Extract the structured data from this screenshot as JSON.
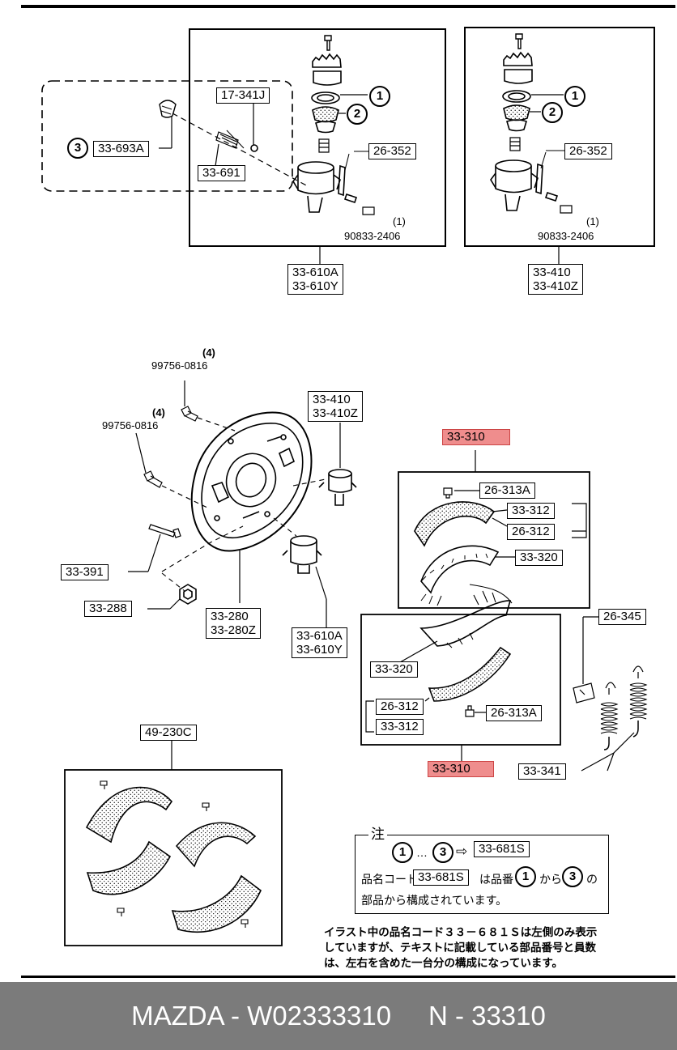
{
  "top_left_group": {
    "tag_17_341j": "17-341J",
    "tag_33_693a": "33-693A",
    "tag_33_691": "33-691",
    "tag_26_352": "26-352",
    "bolt_qty": "(1)",
    "bolt_code": "90833-2406",
    "assy_tag_line1": "33-610A",
    "assy_tag_line2": "33-610Y",
    "callout_1": "1",
    "callout_2": "2",
    "callout_3": "3"
  },
  "top_right_group": {
    "tag_26_352": "26-352",
    "bolt_qty": "(1)",
    "bolt_code": "90833-2406",
    "assy_tag_line1": "33-410",
    "assy_tag_line2": "33-410Z",
    "callout_1": "1",
    "callout_2": "2"
  },
  "backing_plate": {
    "bolt_upper_qty": "(4)",
    "bolt_upper_code": "99756-0816",
    "bolt_lower_qty": "(4)",
    "bolt_lower_code": "99756-0816",
    "tag_33_410_line1": "33-410",
    "tag_33_410_line2": "33-410Z",
    "tag_33_391": "33-391",
    "tag_33_288": "33-288",
    "tag_33_280_line1": "33-280",
    "tag_33_280_line2": "33-280Z",
    "tag_33_610_line1": "33-610A",
    "tag_33_610_line2": "33-610Y"
  },
  "shoe_upper": {
    "assy_tag": "33-310",
    "tag_26_313a": "26-313A",
    "tag_33_312": "33-312",
    "tag_26_312": "26-312",
    "tag_33_320": "33-320"
  },
  "shoe_lower": {
    "tag_33_320": "33-320",
    "tag_26_312": "26-312",
    "tag_33_312": "33-312",
    "tag_26_313a": "26-313A",
    "assy_tag": "33-310"
  },
  "springs": {
    "tag_26_345": "26-345",
    "tag_33_341": "33-341"
  },
  "lining_set": {
    "tag": "49-230C"
  },
  "note": {
    "title": "注",
    "range_from": "1",
    "range_sep": "…",
    "range_to": "3",
    "arrow": "⇨",
    "kit_code": "33-681S",
    "line2_prefix": "品名コード",
    "line2_code": "33-681S",
    "line2_mid": "は品番",
    "line2_from": "1",
    "line2_kara": "から",
    "line2_to": "3",
    "line2_no": "の",
    "line3": "部品から構成されています。",
    "footnote_line1": "イラスト中の品名コード３３－６８１Ｓは左側のみ表示",
    "footnote_line2": "していますが、テキストに記載している部品番号と員数",
    "footnote_line3": "は、左右を含めた一台分の構成になっています。"
  },
  "footer": {
    "brand": "MAZDA - W02333310",
    "code": "N - 33310"
  },
  "colors": {
    "highlight": "#ef8d8d",
    "footer_bg": "#7b7b7b"
  }
}
